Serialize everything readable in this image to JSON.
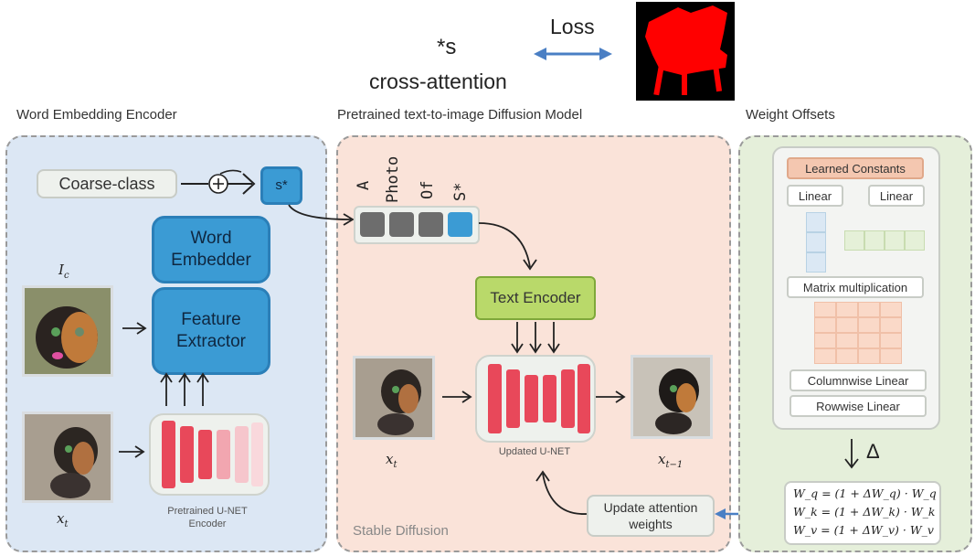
{
  "top": {
    "token": "*s",
    "cross_attention": "cross-attention",
    "loss": "Loss"
  },
  "word_embedding": {
    "title": "Word Embedding Encoder",
    "coarse_class": "Coarse-class",
    "s_token": "s*",
    "word_embedder": "Word Embedder",
    "feature_extractor": "Feature Extractor",
    "ic_label": "I_c",
    "xt_label": "x_t",
    "unet_caption": "Pretrained U-NET Encoder"
  },
  "diffusion": {
    "title": "Pretrained text-to-image Diffusion Model",
    "prompt_words": [
      "A",
      "Photo",
      "Of",
      "S*"
    ],
    "text_encoder": "Text Encoder",
    "unet_caption": "Updated U-NET",
    "xt_label": "x_t",
    "xt1_label": "x_{t−1}",
    "update_box": "Update attention weights",
    "footer": "Stable Diffusion"
  },
  "offsets": {
    "title": "Weight Offsets",
    "learned_constants": "Learned Constants",
    "linear_left": "Linear",
    "linear_right": "Linear",
    "matrix_mult": "Matrix multiplication",
    "columnwise": "Columnwise Linear",
    "rowwise": "Rowwise Linear",
    "delta": "Δ",
    "eq_q": "W_q = (1 + ΔW_q) · W_q",
    "eq_k": "W_k = (1 + ΔW_k) · W_k",
    "eq_v": "W_v = (1 + ΔW_v) · W_v"
  },
  "colors": {
    "blue_panel": "#dce7f4",
    "peach_panel": "#fae3d9",
    "green_panel": "#e5efda",
    "block_blue": "#3b9bd4",
    "unet_red": "#e8485a",
    "text_encoder_green": "#b9d96a",
    "arrow_blue": "#4a7fc4",
    "chair_red": "#ff0000"
  }
}
